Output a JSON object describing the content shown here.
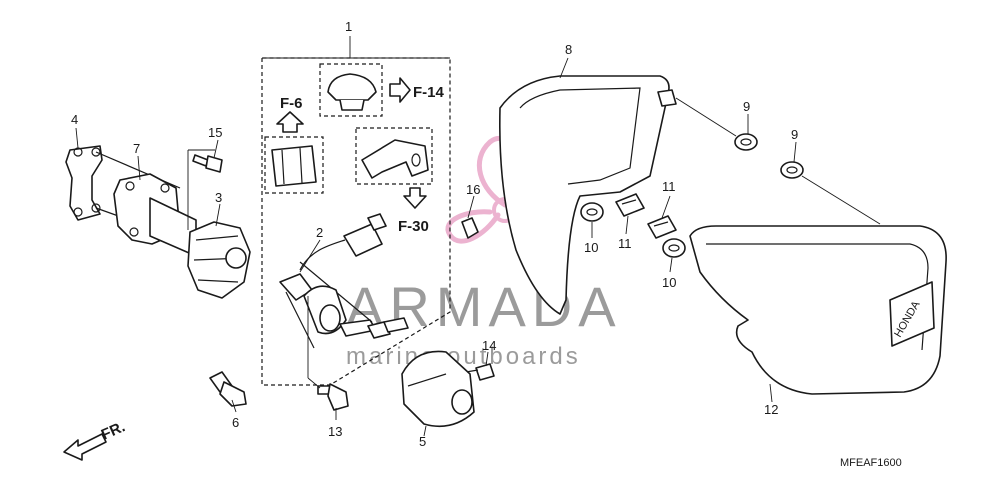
{
  "callouts": {
    "c1": "1",
    "c2": "2",
    "c3": "3",
    "c4": "4",
    "c5": "5",
    "c6": "6",
    "c7": "7",
    "c8": "8",
    "c9a": "9",
    "c9b": "9",
    "c10a": "10",
    "c10b": "10",
    "c11a": "11",
    "c11b": "11",
    "c12": "12",
    "c13": "13",
    "c14": "14",
    "c15": "15",
    "c16": "16"
  },
  "refs": {
    "f6": "F-6",
    "f14": "F-14",
    "f30": "F-30"
  },
  "direction": {
    "front": "FR."
  },
  "emblem": {
    "text": "HONDA"
  },
  "watermark": {
    "brand": "ARMADA",
    "tagline": "marine outboards",
    "color": "#e9a6c8"
  },
  "diagram_code": "MFEAF1600"
}
